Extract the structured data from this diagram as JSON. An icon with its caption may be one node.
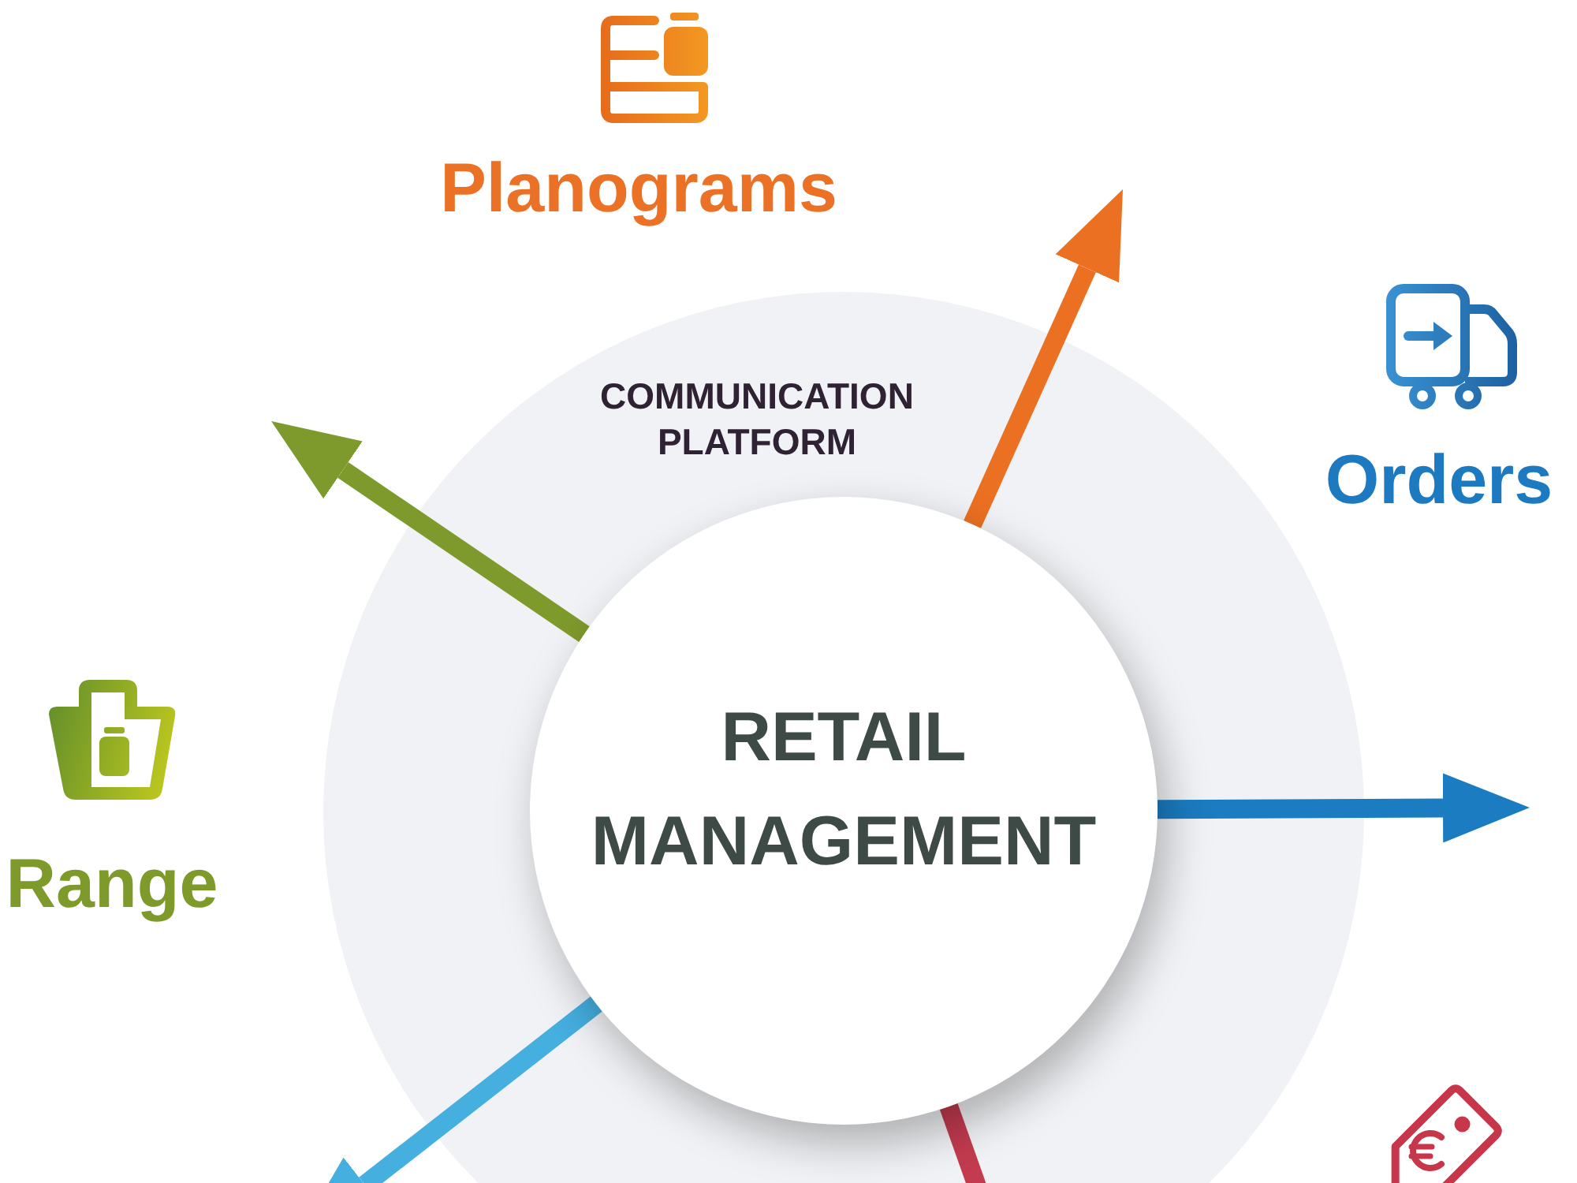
{
  "diagram": {
    "nodes": [
      {
        "text": [
          "COMMUNICATION PLATFORM"
        ]
      },
      {
        "text": [
          "RETAIL MANAGEMENT"
        ],
        "in": 0
      },
      {
        "text": [
          "Planograms"
        ]
      },
      {
        "text": [
          "Orders"
        ]
      },
      {
        "text": [
          "Range"
        ]
      },
      {
        "text": [],
        "shape": "picture"
      }
    ],
    "edges": [
      {
        "from": 1,
        "to": null,
        "arrow": "to",
        "color": "#ec7022"
      },
      {
        "from": 1,
        "to": null,
        "arrow": "to",
        "color": "#7f9a2c"
      },
      {
        "from": 1,
        "to": null,
        "arrow": "to",
        "color": "#1b7cc1"
      },
      {
        "from": 1,
        "to": null,
        "arrow": "to",
        "color": "#45afe0"
      },
      {
        "from": 1,
        "to": null,
        "arrow": "to",
        "color": "#c23b4e"
      }
    ]
  }
}
